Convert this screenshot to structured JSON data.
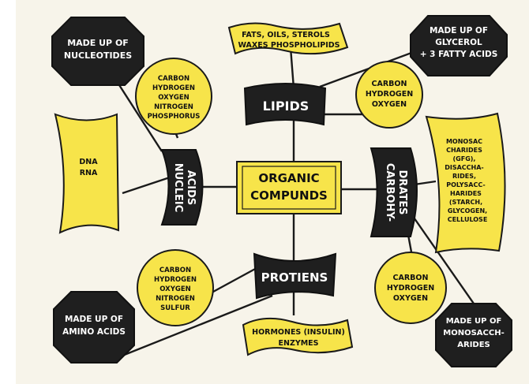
{
  "colors": {
    "background": "#f7f4ea",
    "yellow": "#f7e44a",
    "black": "#1f1f1f"
  },
  "center": {
    "line1": "ORGANIC",
    "line2": "COMPUNDS"
  },
  "lipids": {
    "title": "LIPIDS",
    "examples": [
      "FATS, OILS, STEROLS",
      "WAXES  PHOSPHOLIPIDS"
    ],
    "elements": [
      "CARBON",
      "HYDROGEN",
      "OXYGEN"
    ],
    "made_of": [
      "MADE UP OF",
      "GLYCEROL",
      "+ 3 FATTY ACIDS"
    ]
  },
  "nucleic": {
    "title": [
      "NUCLEIC",
      "ACIDS"
    ],
    "examples": [
      "DNA",
      "RNA"
    ],
    "elements": [
      "CARBON",
      "HYDROGEN",
      "OXYGEN",
      "NITROGEN",
      "PHOSPHORUS"
    ],
    "made_of": [
      "MADE UP OF",
      "NUCLEOTIDES"
    ]
  },
  "carbs": {
    "title": [
      "CARBOHY-",
      "DRATES"
    ],
    "examples": [
      "MONOSAC",
      "CHARIDES",
      "(GFG),",
      "DISACCHA-",
      "RIDES,",
      "POLYSACC-",
      "HARIDES",
      "(STARCH,",
      "GLYCOGEN,",
      "CELLULOSE"
    ],
    "elements": [
      "CARBON",
      "HYDROGEN",
      "OXYGEN"
    ],
    "made_of": [
      "MADE UP OF",
      "MONOSACCH-",
      "ARIDES"
    ]
  },
  "proteins": {
    "title": "PROTIENS",
    "examples": [
      "HORMONES (INSULIN)",
      "ENZYMES"
    ],
    "elements": [
      "CARBON",
      "HYDROGEN",
      "OXYGEN",
      "NITROGEN",
      "SULFUR"
    ],
    "made_of": [
      "MADE UP OF",
      "AMINO ACIDS"
    ]
  }
}
